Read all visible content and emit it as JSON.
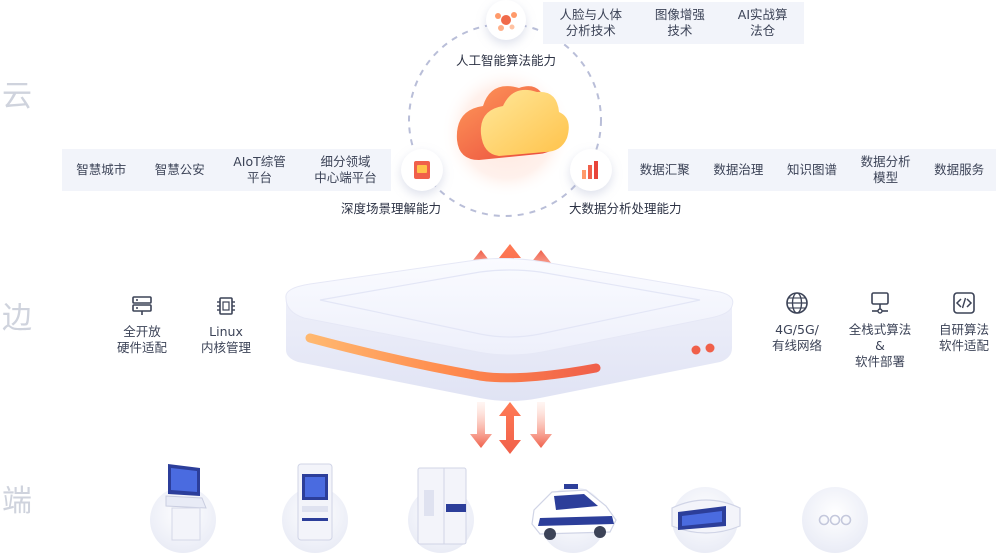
{
  "tiers": {
    "cloud": "云",
    "edge": "边",
    "device": "端"
  },
  "cloud": {
    "circle_labels": {
      "ai_capability": "人工智能算法能力",
      "scene_understanding": "深度场景理解能力",
      "big_data": "大数据分析处理能力"
    },
    "top_panel": [
      "人脸与人体\n分析技术",
      "图像增强\n技术",
      "AI实战算\n法仓"
    ],
    "left_panel": [
      "智慧城市",
      "智慧公安",
      "AIoT综管\n平台",
      "细分领域\n中心端平台"
    ],
    "right_panel": [
      "数据汇聚",
      "数据治理",
      "知识图谱",
      "数据分析\n模型",
      "数据服务"
    ]
  },
  "edge": {
    "left_features": [
      {
        "icon": "server-icon",
        "label": "全开放\n硬件适配"
      },
      {
        "icon": "chip-icon",
        "label": "Linux\n内核管理"
      }
    ],
    "right_features": [
      {
        "icon": "globe-icon",
        "label": "4G/5G/\n有线网络"
      },
      {
        "icon": "network-node-icon",
        "label": "全栈式算法\n&\n软件部署"
      },
      {
        "icon": "code-icon",
        "label": "自研算法\n软件适配"
      }
    ]
  },
  "devices": [
    {
      "icon": "kiosk-terminal-icon"
    },
    {
      "icon": "atm-machine-icon"
    },
    {
      "icon": "server-cabinet-icon"
    },
    {
      "icon": "police-car-icon"
    },
    {
      "icon": "vr-headset-icon"
    },
    {
      "icon": "more-icon"
    }
  ],
  "colors": {
    "accent_orange": "#ff8a4c",
    "accent_red": "#f0604a",
    "panel_bg": "#f2f4fa",
    "tier_text": "#cfd3dd",
    "dashed_ring": "#b9bed8"
  }
}
